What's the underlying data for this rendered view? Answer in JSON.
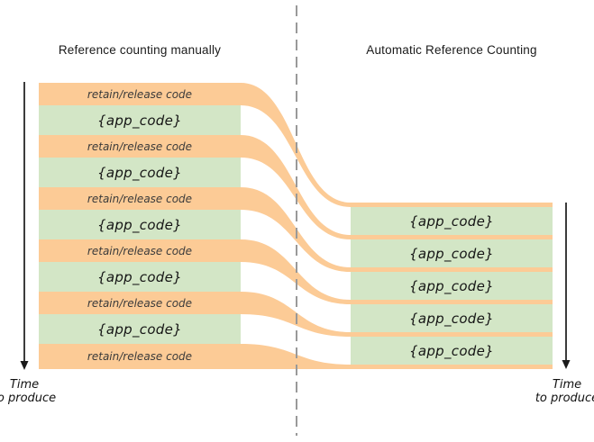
{
  "titles": {
    "left": "Reference counting manually",
    "right": "Automatic Reference Counting"
  },
  "colors": {
    "orange": "#FCCB96",
    "green": "#D3E6C6",
    "divider": "#999999",
    "arrow": "#1A1A1A"
  },
  "left_column": {
    "rows": [
      {
        "type": "retain",
        "label": "retain/release code"
      },
      {
        "type": "app",
        "label": "{app_code}"
      },
      {
        "type": "retain",
        "label": "retain/release code"
      },
      {
        "type": "app",
        "label": "{app_code}"
      },
      {
        "type": "retain",
        "label": "retain/release code"
      },
      {
        "type": "app",
        "label": "{app_code}"
      },
      {
        "type": "retain",
        "label": "retain/release code"
      },
      {
        "type": "app",
        "label": "{app_code}"
      },
      {
        "type": "retain",
        "label": "retain/release code"
      },
      {
        "type": "app",
        "label": "{app_code}"
      },
      {
        "type": "retain",
        "label": "retain/release code"
      }
    ]
  },
  "right_column": {
    "rows": [
      {
        "type": "app",
        "label": "{app_code}"
      },
      {
        "type": "app",
        "label": "{app_code}"
      },
      {
        "type": "app",
        "label": "{app_code}"
      },
      {
        "type": "app",
        "label": "{app_code}"
      },
      {
        "type": "app",
        "label": "{app_code}"
      }
    ]
  },
  "time_axis": {
    "line1": "Time",
    "line2": "to produce"
  }
}
